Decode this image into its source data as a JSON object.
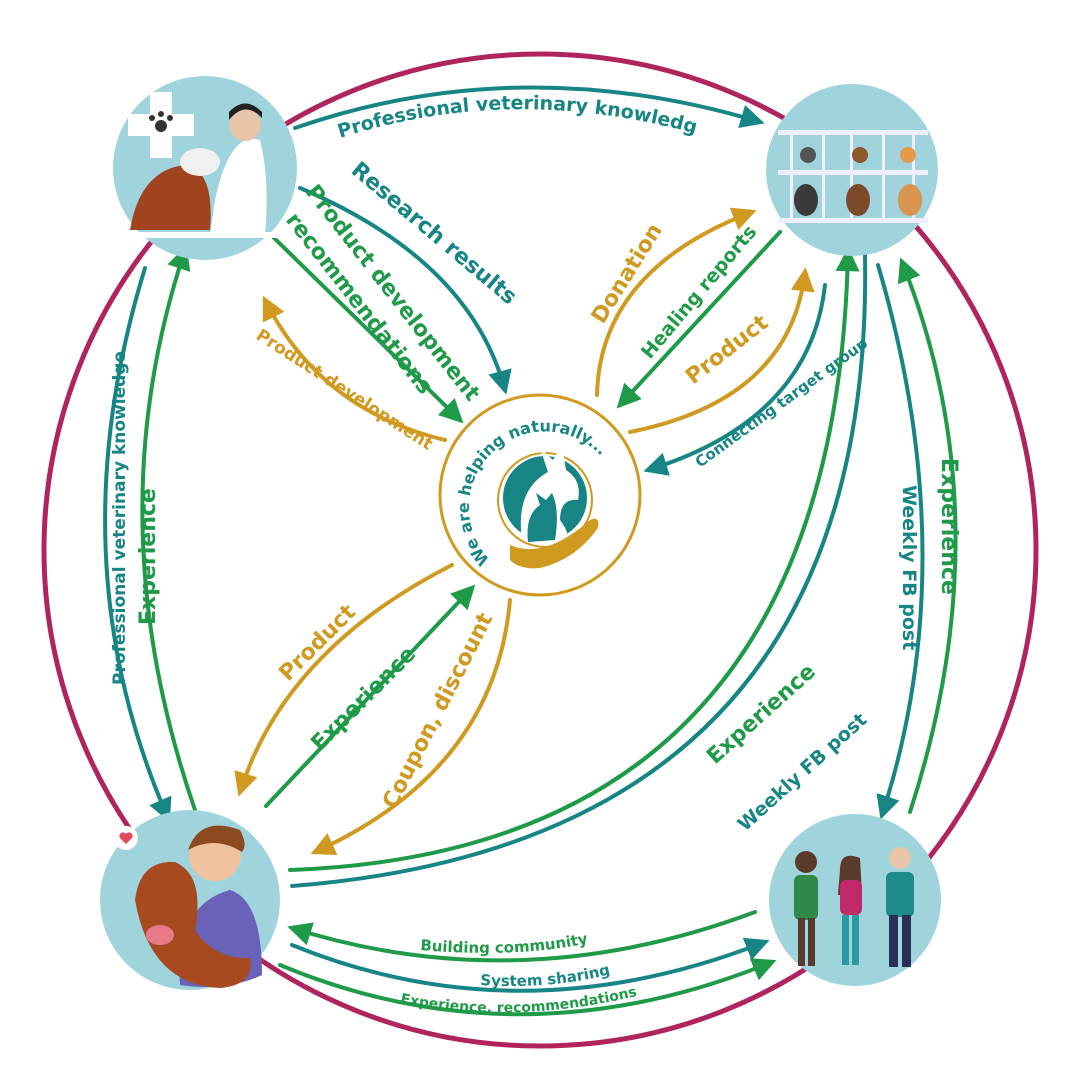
{
  "colors": {
    "teal": "#188585",
    "green": "#1f9a48",
    "gold": "#cf9a1f",
    "magenta": "#b0245e",
    "node": "#9fd4dd"
  },
  "nodes": {
    "vet": {
      "icon": "veterinarian-icon"
    },
    "shelter": {
      "icon": "animal-shelter-icon"
    },
    "owner": {
      "icon": "pet-owner-icon"
    },
    "community": {
      "icon": "community-people-icon"
    },
    "center": {
      "slogan": "We are helping naturally...",
      "icon": "pets-in-hand-logo"
    }
  },
  "flows": {
    "vet_to_shelter": "Professional veterinary knowledge",
    "research_results": "Research results",
    "product_dev_rec_1": "Product development",
    "product_dev_rec_2": "recommendations",
    "product_development": "Product development",
    "donation": "Donation",
    "healing_reports": "Healing reports",
    "product_shelter": "Product",
    "connecting_target_group": "Connecting target group",
    "vet_to_owner": "Professional veterinary knowledge",
    "experience_owner_vet": "Experience",
    "product_owner": "Product",
    "experience_owner_center": "Experience",
    "coupon_discount": "Coupon, discount",
    "experience_owner_shelter": "Experience",
    "weekly_fb_post_owner": "Weekly FB post",
    "weekly_fb_post_community": "Weekly FB post",
    "experience_community_shelter": "Experience",
    "building_community": "Building community",
    "system_sharing": "System sharing",
    "experience_recommendations": "Experience, recommendations"
  }
}
